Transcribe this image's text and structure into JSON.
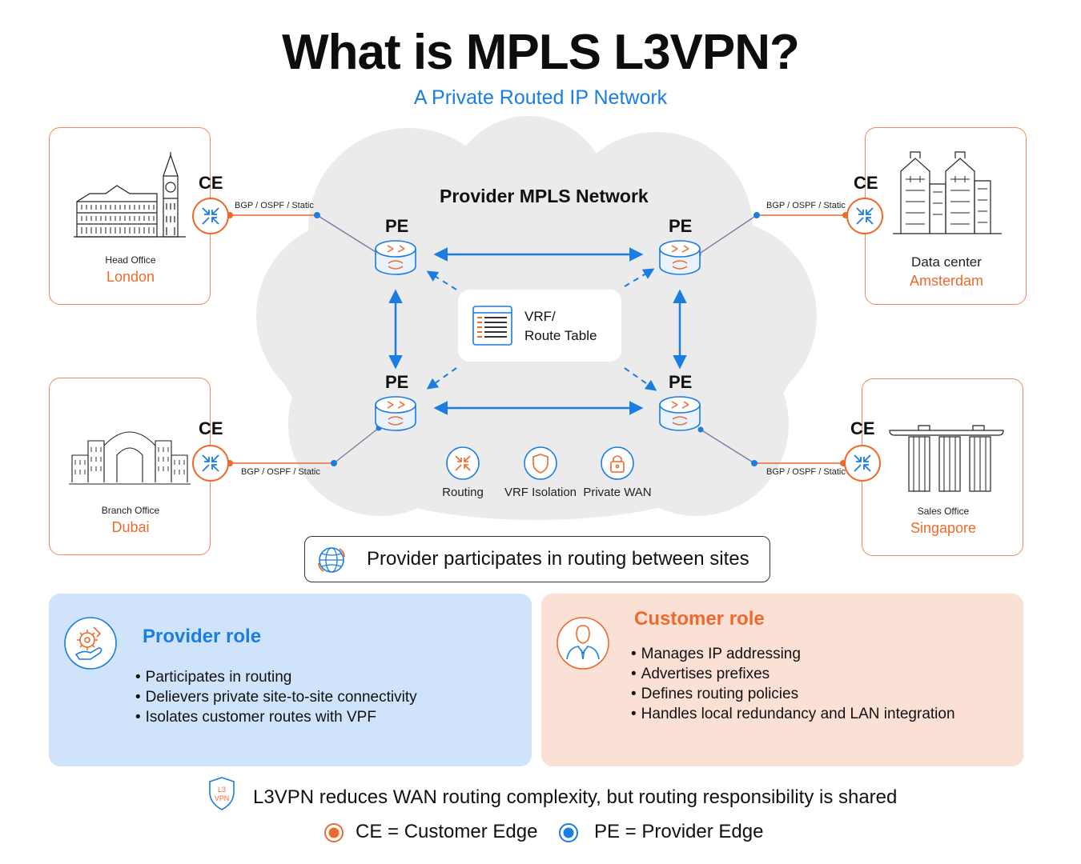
{
  "title": "What is MPLS L3VPN?",
  "subtitle": "A Private Routed IP Network",
  "colors": {
    "orange": "#ee6a2c",
    "blue": "#1a7de0",
    "cloud": "#ebebeb",
    "provider_bg": "#cfe4fb",
    "customer_bg": "#fbe0d6"
  },
  "cloud": {
    "title": "Provider MPLS Network",
    "pe_label": "PE",
    "vrf_text_line1": "VRF/",
    "vrf_text_line2": "Route Table",
    "features": [
      {
        "icon": "routing-icon",
        "label": "Routing"
      },
      {
        "icon": "shield-icon",
        "label": "VRF Isolation"
      },
      {
        "icon": "lock-icon",
        "label": "Private WAN"
      }
    ]
  },
  "sites": {
    "ce_label": "CE",
    "protocol": "BGP / OSPF / Static",
    "london": {
      "sub": "Head Office",
      "city": "London"
    },
    "amsterdam": {
      "sub": "Data center",
      "city": "Amsterdam"
    },
    "dubai": {
      "sub": "Branch Office",
      "city": "Dubai"
    },
    "singapore": {
      "sub": "Sales Office",
      "city": "Singapore"
    }
  },
  "banner": "Provider participates in routing between sites",
  "provider_role": {
    "title": "Provider role",
    "bullets": [
      "Participates in routing",
      "Delievers private site-to-site connectivity",
      "Isolates customer routes with VPF"
    ]
  },
  "customer_role": {
    "title": "Customer role",
    "bullets": [
      "Manages IP addressing",
      "Advertises prefixes",
      "Defines routing policies",
      "Handles local redundancy and LAN integration"
    ]
  },
  "footer": {
    "badge_text": "L3 VPN",
    "text": "L3VPN reduces WAN routing complexity, but routing responsibility is shared"
  },
  "legend": {
    "ce": "CE = Customer Edge",
    "pe": "PE = Provider Edge"
  }
}
